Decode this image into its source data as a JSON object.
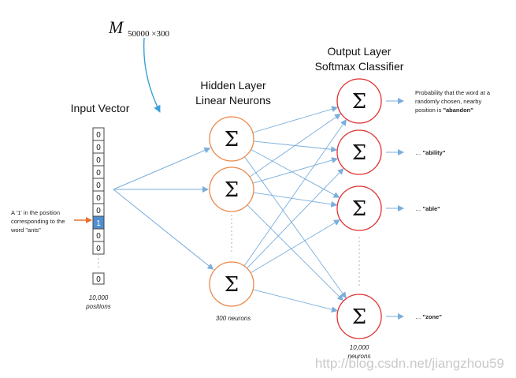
{
  "matrix": {
    "symbol": "M",
    "subscript": "50000 ×300"
  },
  "input": {
    "title": "Input Vector",
    "values": [
      "0",
      "0",
      "0",
      "0",
      "0",
      "0",
      "0",
      "1",
      "0",
      "0"
    ],
    "last_value": "0",
    "active_index": 7,
    "count_label": [
      "10,000",
      "positions"
    ],
    "annotation": [
      "A '1' in the position",
      "corresponding to the",
      "word \"ants\""
    ]
  },
  "hidden": {
    "title": [
      "Hidden Layer",
      "Linear Neurons"
    ],
    "symbol": "Σ",
    "count_label": "300 neurons"
  },
  "output": {
    "title": [
      "Output Layer",
      "Softmax Classifier"
    ],
    "symbol": "Σ",
    "count_label": [
      "10,000",
      "neurons"
    ],
    "labels": [
      {
        "lines": [
          "Probability that the word at a",
          "randomly chosen, nearby"
        ],
        "prefix": "position is ",
        "word": "\"abandon\""
      },
      {
        "lines": [],
        "prefix": "… ",
        "word": "\"ability\""
      },
      {
        "lines": [],
        "prefix": "… ",
        "word": "\"able\""
      },
      {
        "lines": [],
        "prefix": "… ",
        "word": "\"zone\""
      }
    ]
  },
  "watermark": "http://blog.csdn.net/jiangzhou59",
  "colors": {
    "hidden_stroke": "#e9884a",
    "output_stroke": "#e03030",
    "connection": "#7aaedc",
    "input_active": "#4f8fcf",
    "annotation_arrow": "#e9702a",
    "dots": "#b0b0b0"
  }
}
